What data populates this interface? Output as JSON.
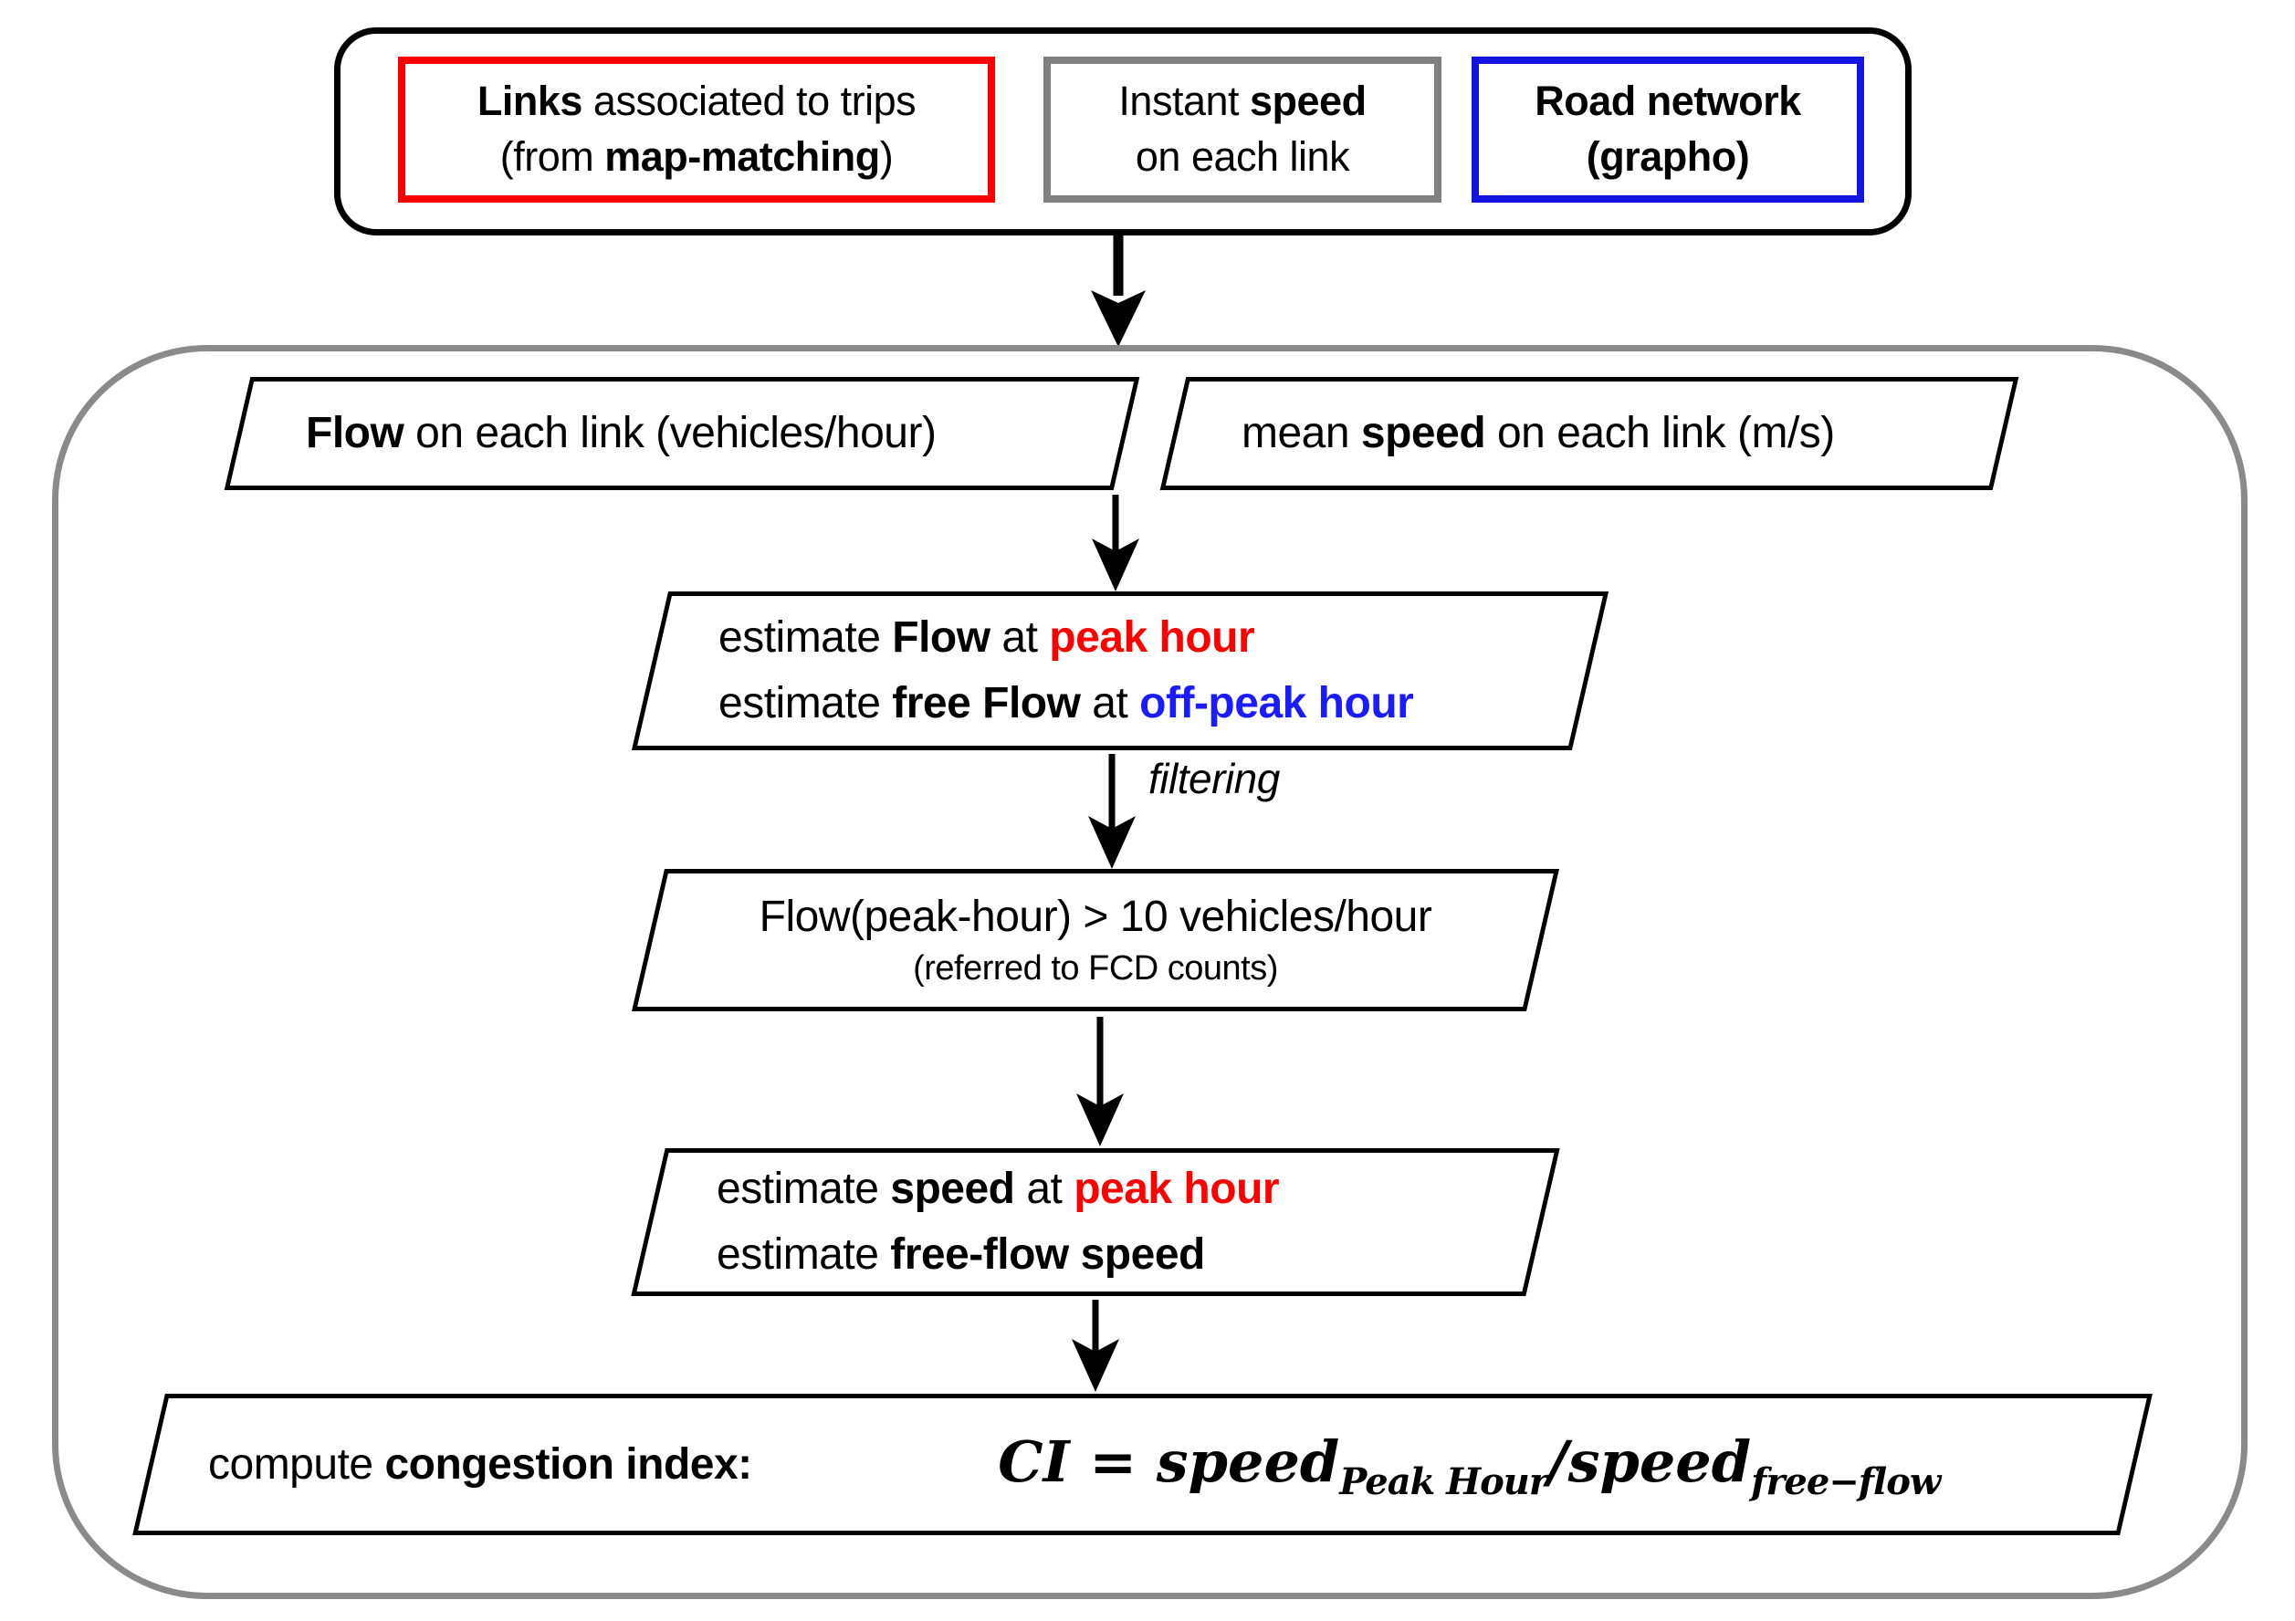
{
  "inputs": {
    "links_box": {
      "line1_bold": "Links",
      "line1_rest": " associated to trips",
      "line2_pre": "(from ",
      "line2_bold": "map-matching",
      "line2_post": ")"
    },
    "speed_box": {
      "line1_pre": "Instant ",
      "line1_bold": "speed",
      "line2": "on each link"
    },
    "network_box": {
      "line1": "Road network",
      "line2": "(grapho)"
    }
  },
  "flow_node": {
    "bold": "Flow",
    "rest": " on each link (vehicles/hour)"
  },
  "speed_node": {
    "pre": "mean ",
    "bold": "speed",
    "rest": " on each link (m/s)"
  },
  "estimate_flow_node": {
    "l1_pre": "estimate ",
    "l1_bold": "Flow",
    "l1_mid": " at ",
    "l1_red": "peak hour",
    "l2_pre": "estimate ",
    "l2_bold": "free Flow",
    "l2_mid": " at ",
    "l2_blue": "off-peak hour"
  },
  "filter_arrow_label": "filtering",
  "flow_filter_node": {
    "line1": "Flow(peak-hour) > 10 vehicles/hour",
    "line2": "(referred to FCD counts)"
  },
  "estimate_speed_node": {
    "l1_pre": "estimate ",
    "l1_bold": "speed",
    "l1_mid": " at ",
    "l1_red": "peak hour",
    "l2_pre": "estimate ",
    "l2_bold": "free-flow speed"
  },
  "compute_node": {
    "label_pre": "compute ",
    "label_bold": "congestion index:",
    "formula": {
      "lhs": "CI",
      "eq": " = ",
      "term1": "speed",
      "sub1": "Peak Hour",
      "op": "/",
      "term2": "speed",
      "sub2": "free−flow"
    }
  },
  "colors": {
    "accent_red": "#fb0000",
    "accent_blue": "#1414e0",
    "text_red": "#fe0000",
    "text_blue": "#1b1bff",
    "group_border_gray": "#8a8a8a",
    "box_border_gray": "#808080",
    "line_black": "#000000"
  }
}
